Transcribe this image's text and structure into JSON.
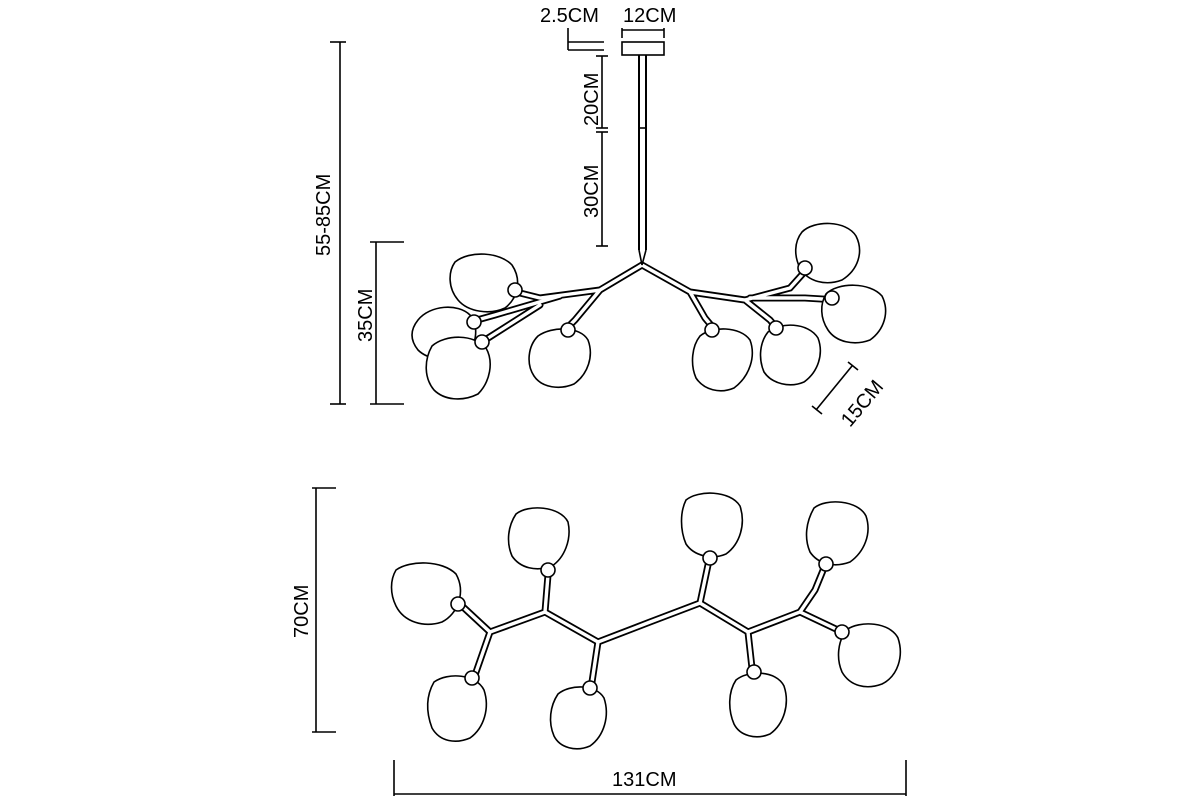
{
  "dimensions": {
    "canopy_height": "2.5CM",
    "canopy_width": "12CM",
    "rod_upper": "20CM",
    "rod_lower": "30CM",
    "total_height": "55-85CM",
    "body_height": "35CM",
    "shade_size": "15CM",
    "depth": "70CM",
    "width": "131CM"
  },
  "colors": {
    "line": "#000000",
    "background": "#ffffff"
  }
}
